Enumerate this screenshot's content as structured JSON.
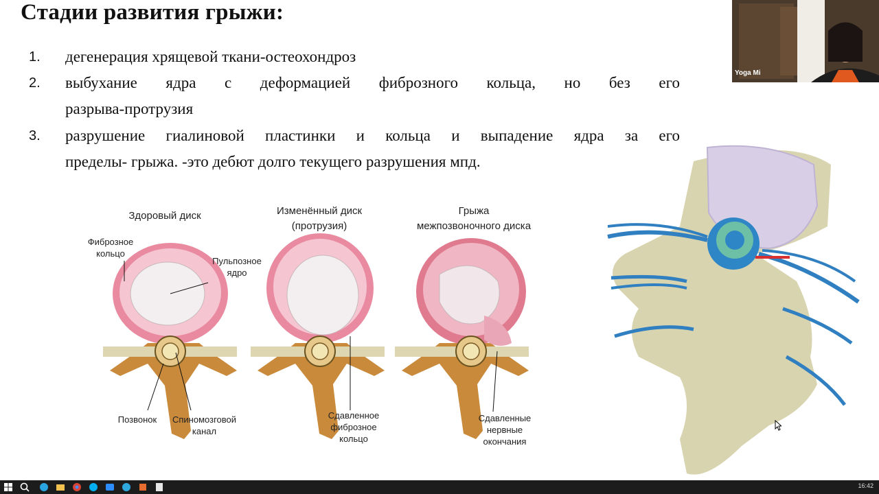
{
  "slide": {
    "title": "Стадии развития грыжи:",
    "items": [
      {
        "num": "1.",
        "lines": [
          "дегенерация хрящевой ткани-остеохондроз"
        ]
      },
      {
        "num": "2.",
        "lines": [
          "выбухание ядра с деформацией фиброзного кольца, но без его",
          "разрыва-протрузия"
        ]
      },
      {
        "num": "3.",
        "lines": [
          "разрушение гиалиновой пластинки и кольца и выпадение ядра за его",
          "пределы- грыжа. -это дебют долго текущего разрушения мпд."
        ]
      }
    ]
  },
  "figure": {
    "healthy_title": "Здоровый диск",
    "changed_title_1": "Изменённый диск",
    "changed_title_2": "(протрузия)",
    "hernia_title_1": "Грыжа",
    "hernia_title_2": "межпозвоночного диска",
    "label_fibrous_1": "Фиброзное",
    "label_fibrous_2": "кольцо",
    "label_nucleus_1": "Пульпозное",
    "label_nucleus_2": "ядро",
    "label_vertebra": "Позвонок",
    "label_canal_1": "Спиномозговой",
    "label_canal_2": "канал",
    "label_compressed_1": "Сдавленное",
    "label_compressed_2": "фиброзное",
    "label_compressed_3": "кольцо",
    "label_nerves_1": "Сдавленные",
    "label_nerves_2": "нервные",
    "label_nerves_3": "окончания"
  },
  "webcam": {
    "name": "Yoga Mi"
  },
  "taskbar": {
    "clock": "16:42"
  },
  "colors": {
    "disc_pink": "#e98aa0",
    "disc_light": "#f5c6d2",
    "nucleus": "#f3eff0",
    "bone": "#c98a3c",
    "nerve_blue": "#2f7fc1",
    "spine_bone": "#d9d4b0"
  }
}
